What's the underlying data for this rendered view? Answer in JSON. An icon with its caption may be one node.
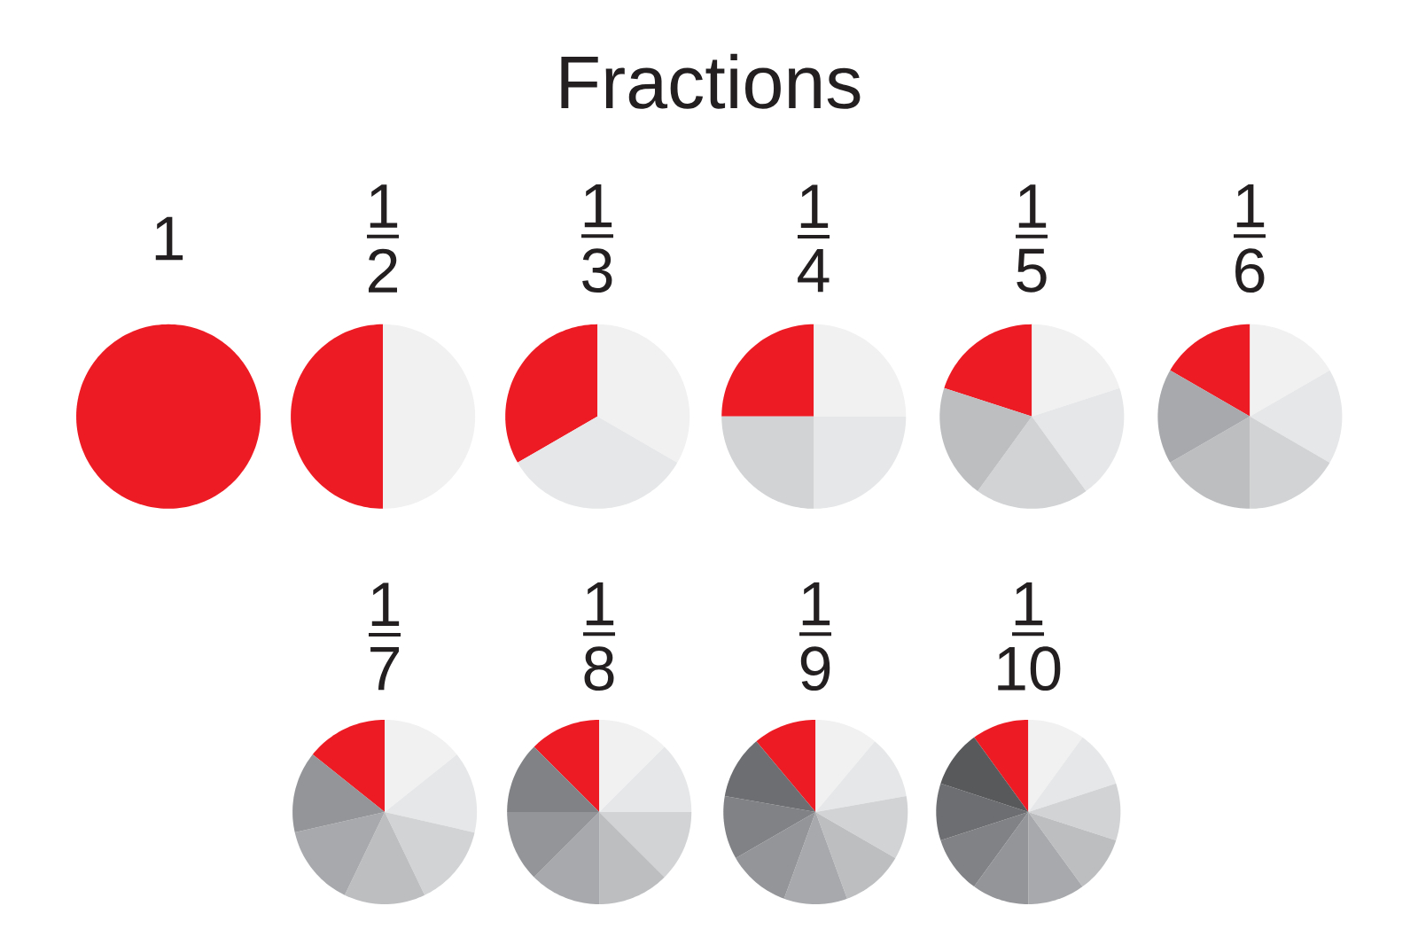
{
  "diagram": {
    "title": "Fractions",
    "nodes": [
      {
        "text": [
          "1"
        ]
      },
      {
        "text": [
          "1",
          "2"
        ]
      },
      {
        "text": [
          "1",
          "3"
        ]
      },
      {
        "text": [
          "1",
          "4"
        ]
      },
      {
        "text": [
          "1",
          "5"
        ]
      },
      {
        "text": [
          "1",
          "6"
        ]
      },
      {
        "text": [
          "1",
          "7"
        ]
      },
      {
        "text": [
          "1",
          "8"
        ]
      },
      {
        "text": [
          "1",
          "9"
        ]
      },
      {
        "text": [
          "1",
          "10"
        ]
      }
    ],
    "chart_data": [
      {
        "type": "pie",
        "values": [
          100
        ]
      },
      {
        "type": "pie",
        "values": [
          50,
          50
        ]
      },
      {
        "type": "pie",
        "values": [
          33.33,
          33.33,
          33.34
        ]
      },
      {
        "type": "pie",
        "values": [
          25,
          25,
          25,
          25
        ]
      },
      {
        "type": "pie",
        "values": [
          20,
          20,
          20,
          20,
          20
        ]
      },
      {
        "type": "pie",
        "values": [
          16.67,
          16.67,
          16.67,
          16.67,
          16.66,
          16.66
        ]
      },
      {
        "type": "pie",
        "values": [
          14.29,
          14.29,
          14.29,
          14.29,
          14.28,
          14.28,
          14.28
        ]
      },
      {
        "type": "pie",
        "values": [
          12.5,
          12.5,
          12.5,
          12.5,
          12.5,
          12.5,
          12.5,
          12.5
        ]
      },
      {
        "type": "pie",
        "values": [
          11.11,
          11.11,
          11.11,
          11.11,
          11.11,
          11.11,
          11.11,
          11.11,
          11.12
        ]
      },
      {
        "type": "pie",
        "values": [
          10,
          10,
          10,
          10,
          10,
          10,
          10,
          10,
          10,
          10
        ]
      }
    ]
  }
}
